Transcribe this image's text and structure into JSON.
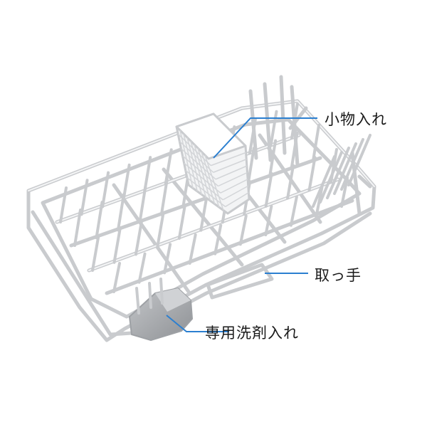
{
  "labels": {
    "small_items": "小物入れ",
    "handle": "取っ手",
    "detergent": "専用洗剤入れ"
  },
  "colors": {
    "leader": "#2b7fd0",
    "wire": "#c9cbce",
    "wire_light": "#f4f5f6",
    "dispenser": "#a9acaf",
    "text": "#1a1a1a"
  }
}
